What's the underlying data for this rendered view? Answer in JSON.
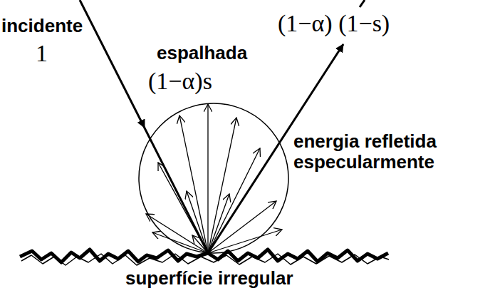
{
  "diagram": {
    "labels": [
      "incidente",
      "1",
      "espalhada",
      "(1−α)s",
      "(1−α) (1−s)",
      "energia refletida especularmente",
      "superfície irregular"
    ]
  }
}
